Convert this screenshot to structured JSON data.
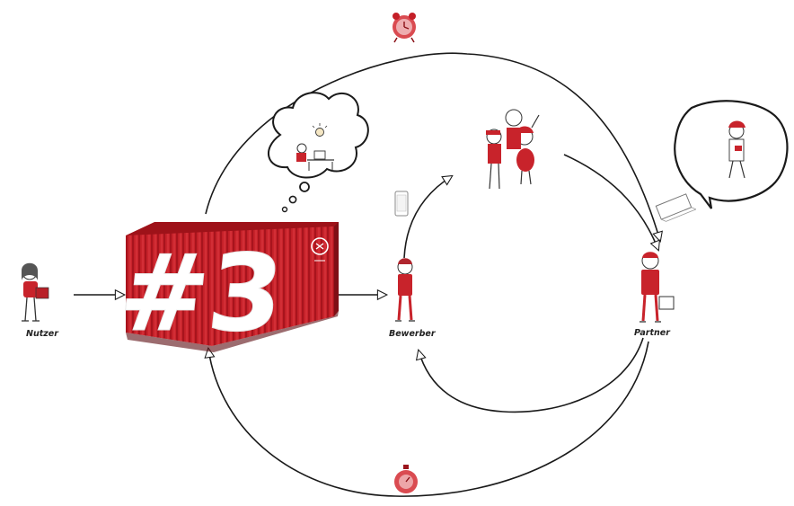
{
  "labels": {
    "user": "Nutzer",
    "applicant": "Bewerber",
    "partner": "Partner"
  },
  "container": {
    "number": "#3",
    "color": "#c8232b"
  },
  "colors": {
    "accent": "#d0202a",
    "line": "#1a1a1a"
  },
  "icons": [
    "alarm-clock-icon",
    "stopwatch-icon",
    "thought-bubble-icon",
    "speech-bubble-icon",
    "smartphone-icon",
    "business-card-icon",
    "container-logo-icon"
  ]
}
